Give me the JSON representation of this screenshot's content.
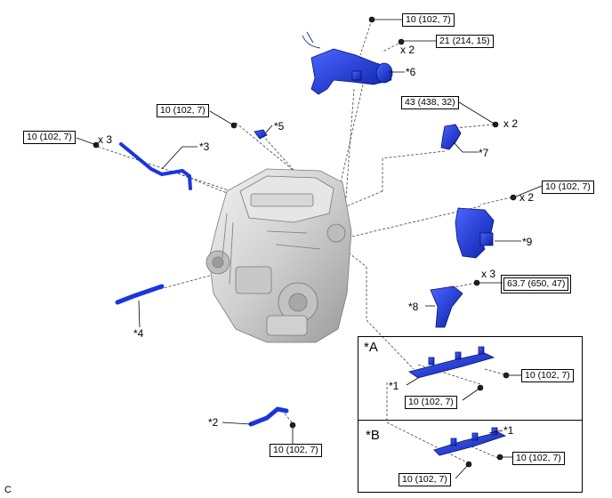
{
  "torques": {
    "t_top": "10 (102, 7)",
    "t_21": "21 (214, 15)",
    "t_5": "10 (102, 7)",
    "t_3": "10 (102, 7)",
    "t_43": "43 (438, 32)",
    "t_9": "10 (102, 7)",
    "t_63": "63.7 (650, 47)",
    "t_a_right": "10 (102, 7)",
    "t_a_bottom": "10 (102, 7)",
    "t_2": "10 (102, 7)",
    "t_b_right": "10 (102, 7)",
    "t_b_bottom": "10 (102, 7)"
  },
  "counts": {
    "x2_top": "x 2",
    "x3_left": "x 3",
    "x2_bracket7": "x 2",
    "x2_bracket9": "x 2",
    "x3_bracket8": "x 3"
  },
  "parts": {
    "p1a": "*1",
    "p1b": "*1",
    "p2": "*2",
    "p3": "*3",
    "p4": "*4",
    "p5": "*5",
    "p6": "*6",
    "p7": "*7",
    "p8": "*8",
    "p9": "*9"
  },
  "views": {
    "a": "*A",
    "b": "*B"
  },
  "corner_code": "C",
  "colors": {
    "part": "#1a35e0",
    "part_dark": "#0a1a9a",
    "engine": "#cfcfcf",
    "engine_dark": "#8a8a8a"
  }
}
